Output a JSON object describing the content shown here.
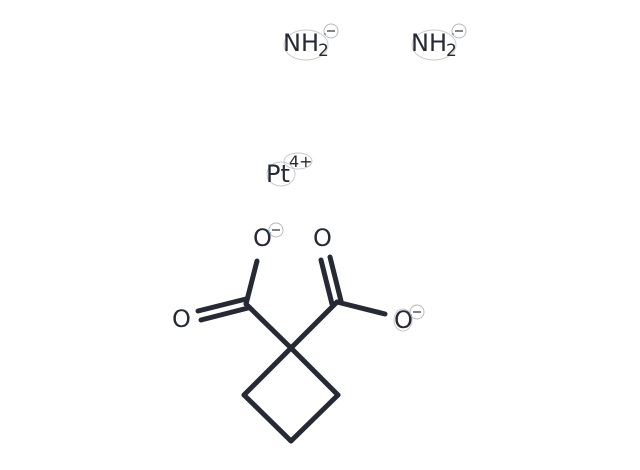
{
  "molecule": {
    "atoms": {
      "nh2_left": {
        "label": "NH",
        "sub": "2",
        "charge": "–"
      },
      "nh2_right": {
        "label": "NH",
        "sub": "2",
        "charge": "–"
      },
      "pt": {
        "label": "Pt",
        "charge": "4+"
      },
      "o_top_left": {
        "label": "O",
        "charge": "–"
      },
      "o_top_right": {
        "label": "O"
      },
      "o_left": {
        "label": "O"
      },
      "o_right": {
        "label": "O",
        "charge": "–"
      }
    },
    "colors": {
      "atom": "#252a34",
      "bond": "#252a34",
      "background": "#ffffff"
    }
  }
}
